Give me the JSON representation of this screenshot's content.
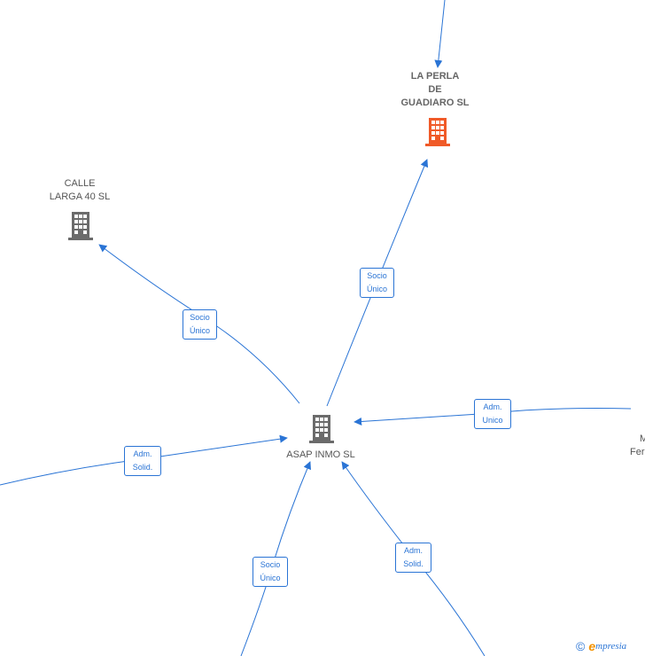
{
  "colors": {
    "edge": "#2a74d5",
    "node_default": "#6b6b6b",
    "node_highlight": "#f05a28",
    "label": "#555555"
  },
  "nodes": {
    "la_perla": {
      "lines": [
        "LA PERLA",
        "DE",
        "GUADIARO  SL"
      ],
      "icon": "building-icon",
      "highlight": true
    },
    "calle_larga": {
      "lines": [
        "CALLE",
        "LARGA 40  SL"
      ],
      "icon": "building-icon",
      "highlight": false
    },
    "asap_inmo": {
      "lines": [
        "ASAP INMO  SL"
      ],
      "icon": "building-icon",
      "highlight": false
    },
    "right_partial": {
      "lines": [
        "M",
        "Fer"
      ]
    }
  },
  "edges": [
    {
      "id": "asap-to-laperla",
      "lines": [
        "Socio",
        "Único"
      ]
    },
    {
      "id": "asap-to-calle",
      "lines": [
        "Socio",
        "Único"
      ]
    },
    {
      "id": "right-to-asap",
      "lines": [
        "Adm.",
        "Unico"
      ]
    },
    {
      "id": "left-to-asap",
      "lines": [
        "Adm.",
        "Solid."
      ]
    },
    {
      "id": "bottom-left-to-asap",
      "lines": [
        "Socio",
        "Único"
      ]
    },
    {
      "id": "bottom-right-to-asap",
      "lines": [
        "Adm.",
        "Solid."
      ]
    }
  ],
  "footer": {
    "copyright_symbol": "©",
    "brand_initial": "e",
    "brand_rest": "mpresia"
  }
}
